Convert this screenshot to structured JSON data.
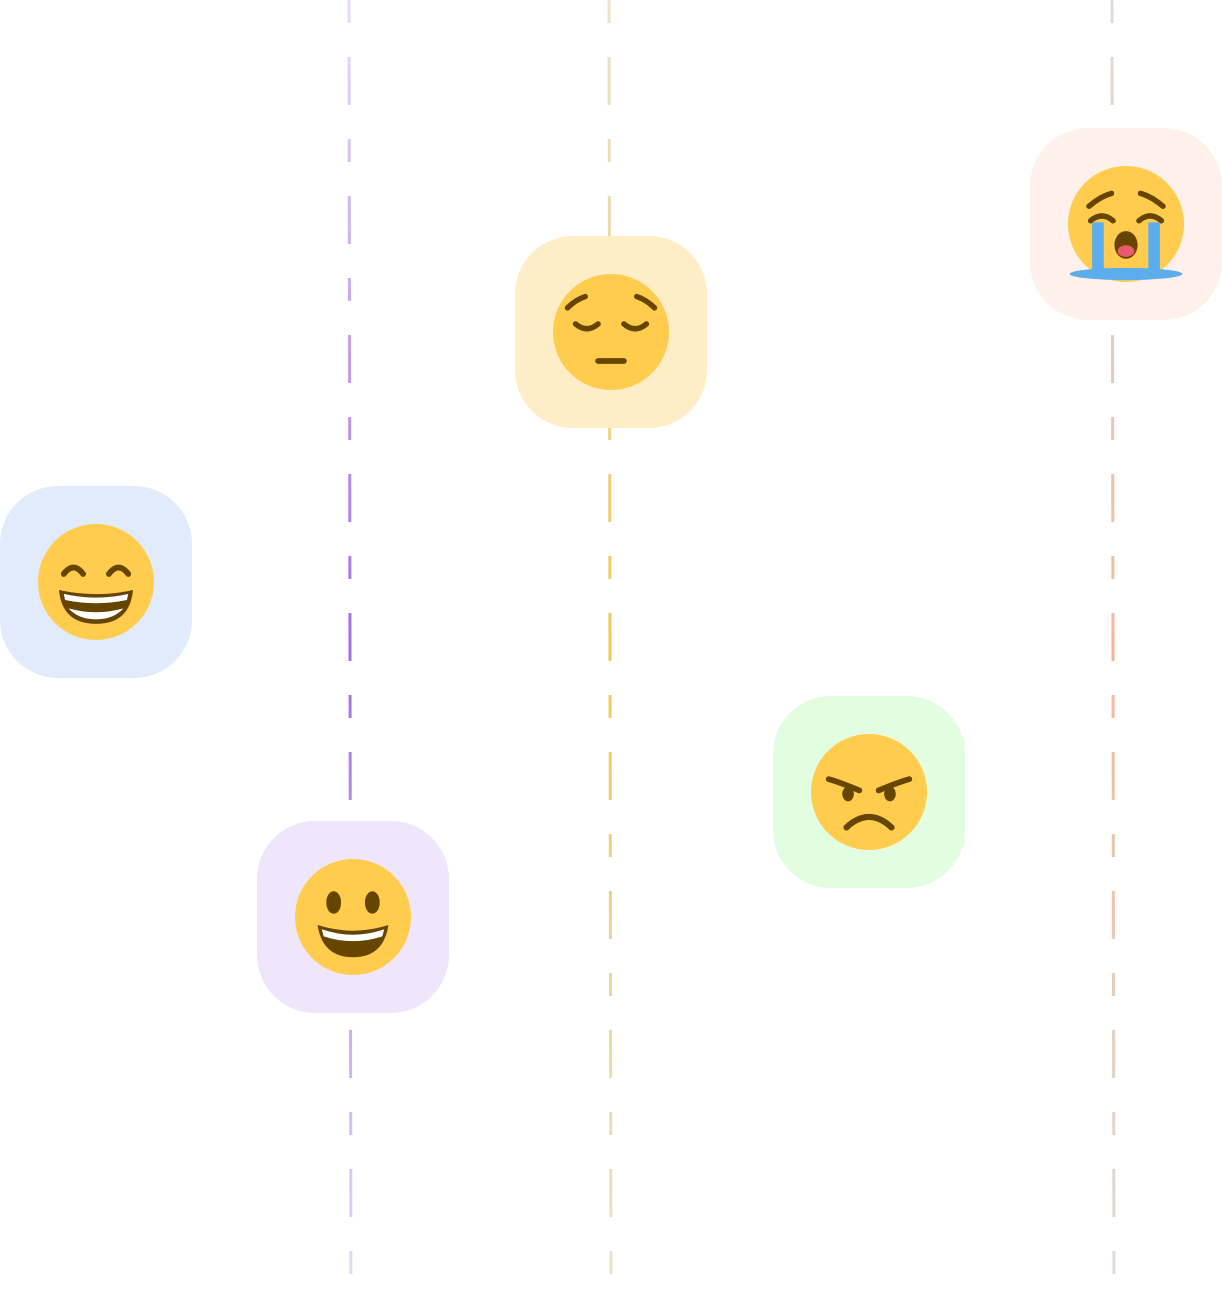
{
  "moods": [
    {
      "id": "grin",
      "icon": "beaming-face-with-smiling-eyes-icon",
      "card_color": "#e1ebfb",
      "line_color": "#6e9ee6"
    },
    {
      "id": "smile",
      "icon": "grinning-face-with-big-eyes-icon",
      "card_color": "#f0e6fc",
      "line_color": "#a36ee6"
    },
    {
      "id": "pensive",
      "icon": "pensive-face-icon",
      "card_color": "#fdeec7",
      "line_color": "#f2c94c"
    },
    {
      "id": "angry",
      "icon": "angry-face-icon",
      "card_color": "#e3fde0",
      "line_color": "#8cf083"
    },
    {
      "id": "cry",
      "icon": "loudly-crying-face-icon",
      "card_color": "#fef1eb",
      "line_color": "#f5b893"
    }
  ]
}
